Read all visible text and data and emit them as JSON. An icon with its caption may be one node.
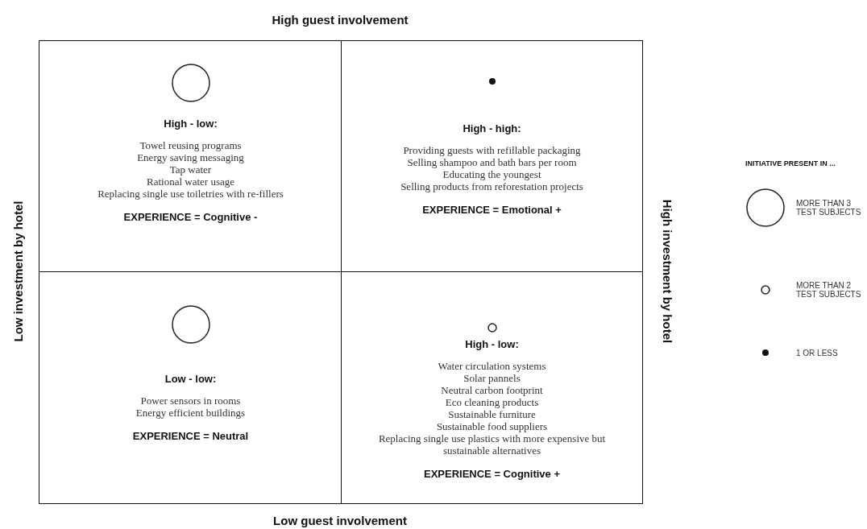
{
  "diagram": {
    "nodes": [
      {
        "text": [
          "High - low:",
          "Towel reusing programs",
          "Energy saving messaging",
          "Tap water",
          "Rational water usage",
          "Replacing single use toiletries with re-fillers",
          "EXPERIENCE = Cognitive -"
        ]
      },
      {
        "text": [
          "High - high:",
          "Providing guests with refillable packaging",
          "Selling shampoo and bath bars per room",
          "Educating the youngest",
          "Selling products from reforestation projects",
          "EXPERIENCE = Emotional +"
        ]
      },
      {
        "text": [
          "Low - low:",
          "Power sensors in rooms",
          "Energy efficient buildings",
          "EXPERIENCE = Neutral"
        ]
      },
      {
        "text": [
          "High - low:",
          "Water circulation systems",
          "Solar pannels",
          "Neutral carbon footprint",
          "Eco cleaning products",
          "Sustainable furniture",
          "Sustainable food suppliers",
          "Replacing single use plastics with more expensive but sustainable alternatives",
          "EXPERIENCE = Cognitive +"
        ]
      }
    ],
    "labels": [
      "High guest involvement",
      "Low investment by hotel",
      "High investment by hotel",
      "INITIATIVE PRESENT IN ...",
      "Low guest involvement"
    ],
    "legend": [
      {
        "text": "MORE THAN 3 TEST SUBJECTS"
      },
      {
        "text": "MORE THAN 2 TEST SUBJECTS"
      },
      {
        "text": "1 OR LESS"
      }
    ]
  }
}
